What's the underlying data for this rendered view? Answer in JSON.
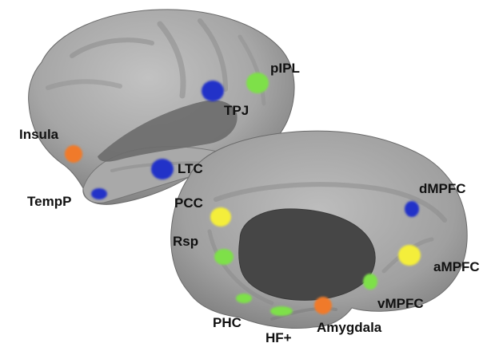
{
  "colors": {
    "background": "#ffffff",
    "cortex_light": "#b4b4b4",
    "cortex_mid": "#9a9a9a",
    "cortex_dark": "#6e6e6e",
    "medial_wall": "#4a4a4a",
    "blue_region": "#2430c8",
    "green_region": "#7ee04a",
    "yellow_region": "#f4ee3a",
    "orange_region": "#f07a2c"
  },
  "labels": {
    "pIPL": "pIPL",
    "TPJ": "TPJ",
    "Insula": "Insula",
    "LTC": "LTC",
    "TempP": "TempP",
    "PCC": "PCC",
    "Rsp": "Rsp",
    "dMPFC": "dMPFC",
    "aMPFC": "aMPFC",
    "vMPFC": "vMPFC",
    "PHC": "PHC",
    "HF": "HF+",
    "Amygdala": "Amygdala"
  },
  "regions": [
    {
      "name": "pIPL",
      "color": "green"
    },
    {
      "name": "TPJ",
      "color": "blue"
    },
    {
      "name": "Insula",
      "color": "orange"
    },
    {
      "name": "LTC",
      "color": "blue"
    },
    {
      "name": "TempP",
      "color": "blue"
    },
    {
      "name": "PCC",
      "color": "yellow"
    },
    {
      "name": "Rsp",
      "color": "green"
    },
    {
      "name": "dMPFC",
      "color": "blue"
    },
    {
      "name": "aMPFC",
      "color": "yellow"
    },
    {
      "name": "vMPFC",
      "color": "green"
    },
    {
      "name": "PHC",
      "color": "green"
    },
    {
      "name": "HF+",
      "color": "green"
    },
    {
      "name": "Amygdala",
      "color": "orange"
    }
  ]
}
